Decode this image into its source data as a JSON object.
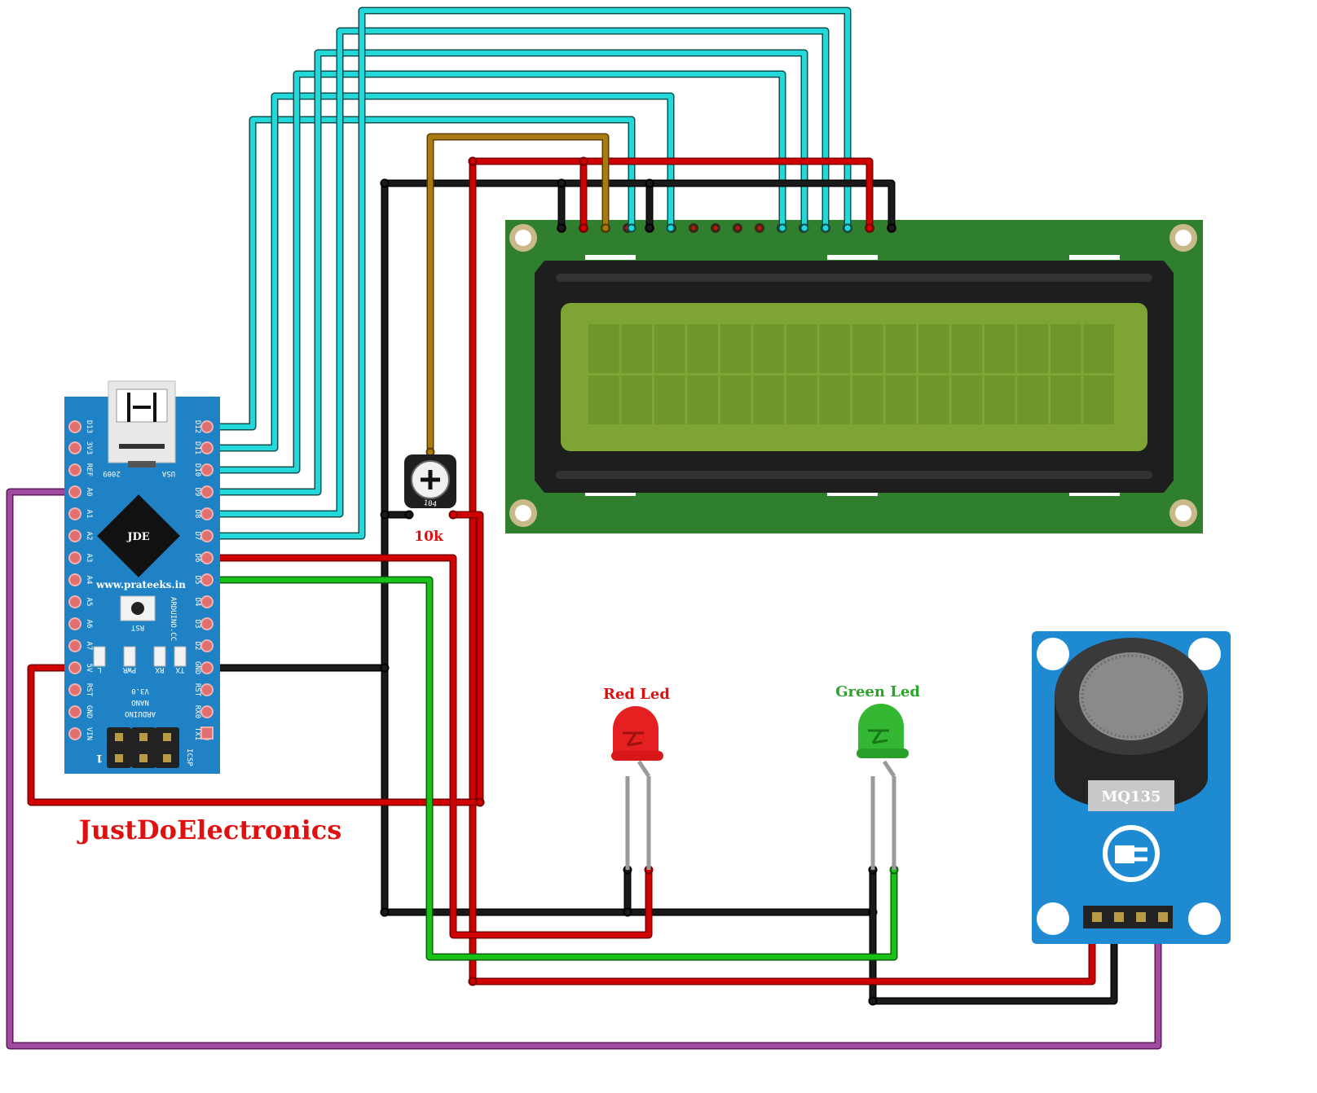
{
  "labels": {
    "brand": "JustDoElectronics",
    "pot_value": "10k",
    "red_led": "Red Led",
    "green_led": "Green Led",
    "sensor_model": "MQ135"
  },
  "arduino": {
    "chip_text": "JDE",
    "website": "www.prateeks.in",
    "rst_label": "RST",
    "year": "2009",
    "country": "USA",
    "version": "V3.0",
    "nano": "NANO",
    "arduino": "ARDUINO",
    "arduino_cc": "ARDUINO.CC",
    "icsp": "ICSP",
    "icsp_pin1": "1",
    "led_labels": [
      "L",
      "PWR",
      "RX",
      "TX"
    ],
    "left_pins": [
      "D13",
      "3V3",
      "REF",
      "A0",
      "A1",
      "A2",
      "A3",
      "A4",
      "A5",
      "A6",
      "A7",
      "5V",
      "RST",
      "GND",
      "VIN"
    ],
    "right_pins": [
      "D12",
      "D11",
      "D10",
      "D9",
      "D8",
      "D7",
      "D6",
      "D5",
      "D4",
      "D3",
      "D2",
      "GND",
      "RST",
      "RX0",
      "TX1"
    ]
  },
  "potentiometer": {
    "marking": "104"
  },
  "colors": {
    "wire_data": "#22d8d8",
    "wire_power": "#d10000",
    "wire_ground": "#1a1a1a",
    "wire_pot_wiper": "#a87a10",
    "wire_green": "#18c018",
    "wire_analog": "#a04aa0",
    "lcd_pcb": "#2f7f2f",
    "lcd_screen": "#7ea533",
    "arduino_board": "#1e82c4",
    "sensor_board": "#1d8ad1",
    "brand_text": "#e01010"
  }
}
